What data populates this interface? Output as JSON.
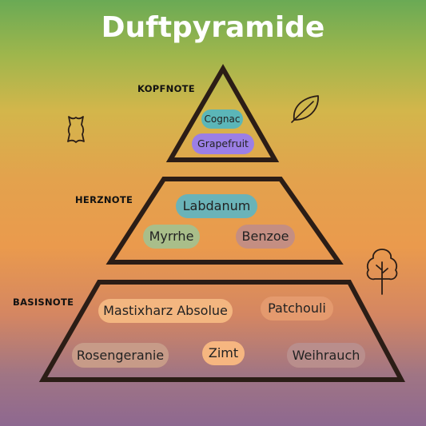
{
  "title": "Duftpyramide",
  "tiers": {
    "top": {
      "label": "KOPFNOTE",
      "notes": [
        {
          "text": "Cognac",
          "color": "#5bb6b8"
        },
        {
          "text": "Grapefruit",
          "color": "#9b7fe6"
        }
      ]
    },
    "middle": {
      "label": "HERZNOTE",
      "notes": [
        {
          "text": "Labdanum",
          "color": "#6ab3b8"
        },
        {
          "text": "Myrrhe",
          "color": "#a9be8a"
        },
        {
          "text": "Benzoe",
          "color": "#c48e82"
        }
      ]
    },
    "base": {
      "label": "BASISNOTE",
      "notes": [
        {
          "text": "Mastixharz Absolue",
          "color": "#f3b680"
        },
        {
          "text": "Patchouli",
          "color": "#e49a6e"
        },
        {
          "text": "Rosengeranie",
          "color": "#c79b88"
        },
        {
          "text": "Zimt",
          "color": "#f6b680"
        },
        {
          "text": "Weihrauch",
          "color": "#b98e8c"
        }
      ]
    }
  },
  "icons": [
    "leather-icon",
    "leaf-icon",
    "tree-icon"
  ],
  "colors": {
    "outline": "#2b1d16",
    "title": "#ffffff"
  }
}
